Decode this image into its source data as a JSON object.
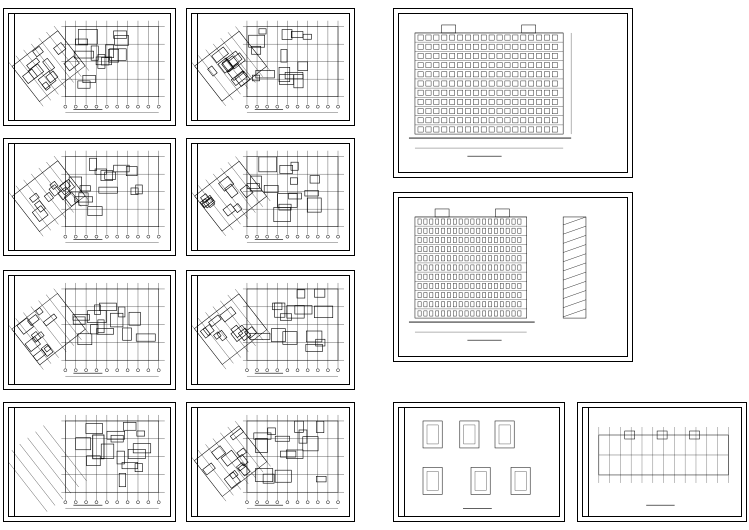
{
  "sheets": [
    {
      "id": "s1",
      "kind": "plan-angled"
    },
    {
      "id": "s2",
      "kind": "plan-angled"
    },
    {
      "id": "s3",
      "kind": "plan-angled"
    },
    {
      "id": "s4",
      "kind": "plan-angled"
    },
    {
      "id": "s5",
      "kind": "plan-angled"
    },
    {
      "id": "s6",
      "kind": "plan-angled"
    },
    {
      "id": "s7",
      "kind": "plan-grid"
    },
    {
      "id": "s8",
      "kind": "plan-angled"
    },
    {
      "id": "e1",
      "kind": "elevation"
    },
    {
      "id": "e2",
      "kind": "elevation-section"
    },
    {
      "id": "d1",
      "kind": "details"
    },
    {
      "id": "r1",
      "kind": "roof-plan"
    }
  ]
}
